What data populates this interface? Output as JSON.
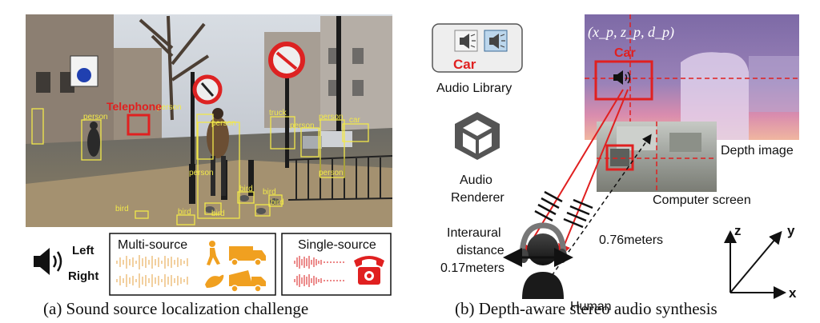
{
  "panel_a": {
    "caption": "(a) Sound source localization challenge",
    "highlight_label": "Telephone",
    "detections": [
      "person",
      "person",
      "truck",
      "person",
      "person",
      "car",
      "person",
      "person",
      "person",
      "bird",
      "bird",
      "bird",
      "bird",
      "bird",
      "bird"
    ],
    "speaker_left": "Left",
    "speaker_right": "Right",
    "multi_source_title": "Multi-source",
    "single_source_title": "Single-source"
  },
  "panel_b": {
    "caption": "(b) Depth-aware stereo audio synthesis",
    "audio_library_label": "Audio Library",
    "library_car_label": "Car",
    "renderer_label_line1": "Audio",
    "renderer_label_line2": "Renderer",
    "depth_coord_label": "(x_p, z_p, d_p)",
    "depth_car_label": "Car",
    "depth_image_label": "Depth image",
    "screen_label": "Computer screen",
    "interaural_line1": "Interaural",
    "interaural_line2": "distance",
    "interaural_line3": "0.17meters",
    "distance_label": "0.76meters",
    "human_label": "Human",
    "axis_z": "z",
    "axis_y": "y",
    "axis_x": "x"
  },
  "colors": {
    "highlight": "#e02020",
    "detection_box": "#f2e84a",
    "icon_orange": "#f0a020",
    "depth_purple": "#8a7ab8",
    "depth_pink": "#e8a8b0"
  }
}
